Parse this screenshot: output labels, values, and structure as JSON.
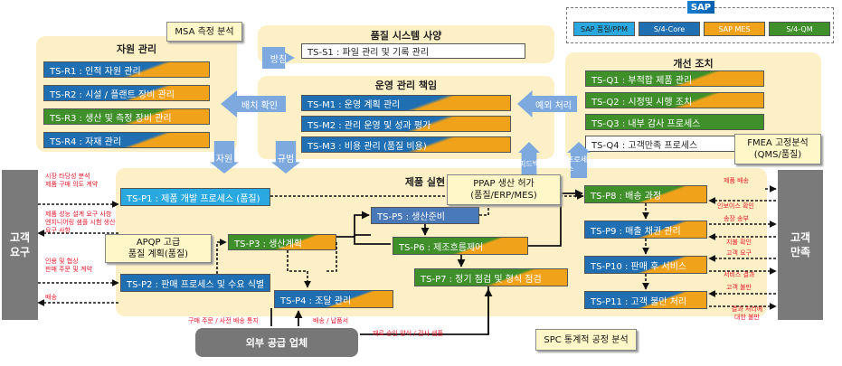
{
  "legend": {
    "brand": "SAP",
    "items": [
      {
        "label": "SAP 품질/PPM",
        "color": "#2aa9e0"
      },
      {
        "label": "S/4-Core",
        "color": "#1f6fb2"
      },
      {
        "label": "SAP MES",
        "color": "#f0a21b"
      },
      {
        "label": "S/4-QM",
        "color": "#3f8f2a"
      }
    ]
  },
  "zones": {
    "resource": "자원 관리",
    "quality_system": "품질 시스템 사양",
    "operation": "운영 관리 책임",
    "improvement": "개선 조치",
    "realization": "제품 실현"
  },
  "boxes": {
    "s1": "TS-S1 : 파일 관리 및 기록 관리",
    "r1": "TS-R1 : 인적 자원 관리",
    "r2": "TS-R2 : 시설 / 플랜트 장비 관리",
    "r3": "TS-R3 : 생산 및 측정 장비 관리",
    "r4": "TS-R4 : 자재 관리",
    "m1": "TS-M1 : 운영 계획 관리",
    "m2": "TS-M2 : 관리 운영 및 성과 평가",
    "m3": "TS-M3 : 비용 관리 (품질 비용)",
    "q1": "TS-Q1 : 부적합 제품 관리",
    "q2": "TS-Q2 : 시정및 시행 조치",
    "q3": "TS-Q3 : 내부 감사 프로세스",
    "q4": "TS-Q4 : 고객만족 프로세스",
    "p1": "TS-P1 : 제품 개발 프로세스 (품질)",
    "p2": "TS-P2 : 판매 프로세스 및 수요 식별",
    "p3": "TS-P3 : 생산계획",
    "p4": "TS-P4 : 조달 관리",
    "p5": "TS-P5 : 생산준비",
    "p6": "TS-P6 : 제조흐름제어",
    "p7": "TS-P7 : 정기 점검 및 형식 점검",
    "p8": "TS-P8 : 배송 과정",
    "p9": "TS-P9 : 매출 채권 관리",
    "p10": "TS-P10 : 판매 후 서비스",
    "p11": "TS-P11 : 고객 불만 처리"
  },
  "arrows": {
    "policy": "방침",
    "confirm": "배치 확인",
    "exception": "예외 처리",
    "resource": "자원",
    "rule": "규범",
    "feedback": "피드백",
    "process": "프로세스"
  },
  "callouts": {
    "msa": "MSA 측정 분석",
    "fmea": "FMEA 고정분석\n(QMS/품질)",
    "apqp": "APQP 고급\n품질 계획(품질)",
    "ppap": "PPAP 생산 허가\n(품질/ERP/MES)",
    "spc": "SPC 통계적 공정 분석"
  },
  "sides": {
    "left": "고객\n요구",
    "right": "고객\n만족",
    "supplier": "외부 공급 업체"
  },
  "labels": {
    "left1": "시장 타당성 분석\n제품 구매 의도 계약",
    "left2": "제품 성능 설계 요구 사항\n엔지니어링 샘플 시험 생산\n요구 사항",
    "left3": "인용 및 협상\n판매 주문 및 계약",
    "left4": "배송",
    "right1": "제품 배송",
    "right2": "인보이스 확인",
    "right3": "송장 송부",
    "right4": "지불 확인",
    "right5": "고객 요구",
    "right6": "서비스 결과",
    "right7": "고객 불만",
    "right8": "결과 처리에\n대한 불만",
    "sup1": "구매 주문 / 사전 배송 통지",
    "sup2": "배송 / 납품서",
    "sup3": "재료 승인 양식 / 검사 샘플"
  }
}
